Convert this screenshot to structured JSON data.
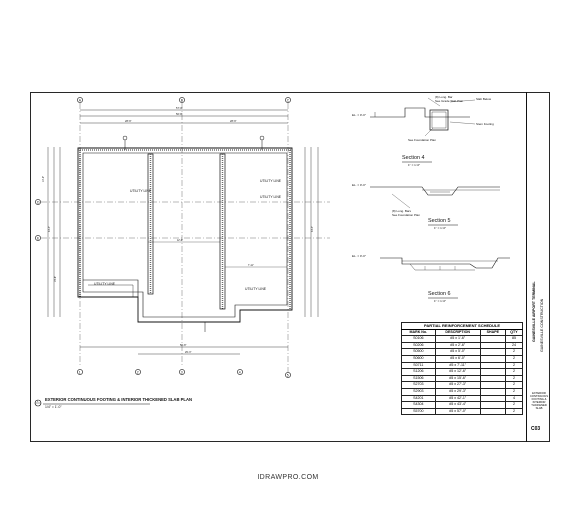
{
  "drawing": {
    "plan_title": "EXTERIOR CONTINUOUS FOOTING & INTERIOR THICKENED SLAB PLAN",
    "plan_scale": "1/4\" = 1'-0\"",
    "grid_columns": [
      "A",
      "B",
      "C",
      "D",
      "E"
    ],
    "grid_rows": [
      "1",
      "2",
      "3",
      "4",
      "5"
    ],
    "callout_labels": [
      "UTILITY LINE",
      "UTILITY LINE",
      "UTILITY LINE",
      "UTILITY LINE",
      "UTILITY LINE"
    ],
    "section_titles": [
      "Section 4",
      "Section 5",
      "Section 6"
    ],
    "section_scale": "1\" = 1'-0\"",
    "section_notes": [
      "(8) Long. Bar",
      "See Grade Slab Plan",
      "Slab Below",
      "Stem Footing",
      "See Foundation Plan",
      "(8) Long. Bars",
      "See Foundation Plan"
    ],
    "elevation_label": "EL. = 0'-0\""
  },
  "schedule": {
    "title": "PARTIAL REINFORCEMENT SCHEDULE",
    "headers": [
      "MARK No.",
      "DESCRIPTION",
      "SHAPE",
      "QTY"
    ],
    "rows": [
      {
        "mark": "S0106",
        "desc": "#5 x 1'-6\"",
        "shape": "",
        "qty": "85"
      },
      {
        "mark": "S0206",
        "desc": "#5 x 2'-6\"",
        "shape": "",
        "qty": "24"
      },
      {
        "mark": "S0500",
        "desc": "#5 x 5'-0\"",
        "shape": "",
        "qty": "2"
      },
      {
        "mark": "S0600",
        "desc": "#5 x 6'-0\"",
        "shape": "",
        "qty": "2"
      },
      {
        "mark": "S0711",
        "desc": "#5 x 7'-11\"",
        "shape": "",
        "qty": "2"
      },
      {
        "mark": "S1206",
        "desc": "#5 x 12'-6\"",
        "shape": "",
        "qty": "2"
      },
      {
        "mark": "S1506",
        "desc": "#5 x 15'-6\"",
        "shape": "",
        "qty": "2"
      },
      {
        "mark": "S2703",
        "desc": "#5 x 27'-3\"",
        "shape": "",
        "qty": "2"
      },
      {
        "mark": "S2903",
        "desc": "#5 x 29'-3\"",
        "shape": "",
        "qty": "2"
      },
      {
        "mark": "S4201",
        "desc": "#5 x 42'-1\"",
        "shape": "",
        "qty": "4"
      },
      {
        "mark": "S4304",
        "desc": "#5 x 43'-4\"",
        "shape": "",
        "qty": "2"
      },
      {
        "mark": "S5700",
        "desc": "#5 x 57'-0\"",
        "shape": "",
        "qty": "2"
      }
    ]
  },
  "title_block": {
    "project": "GAINESVILLE AIRPORT TERMINAL",
    "subtitle": "GAINESVILLE CONSTRUCTION",
    "sheet_title": "EXTERIOR CONTINUOUS FOOTING & INTERIOR THICKENED SLAB",
    "sheet_number": "C03"
  },
  "watermark": "IDRAWPRO.COM"
}
